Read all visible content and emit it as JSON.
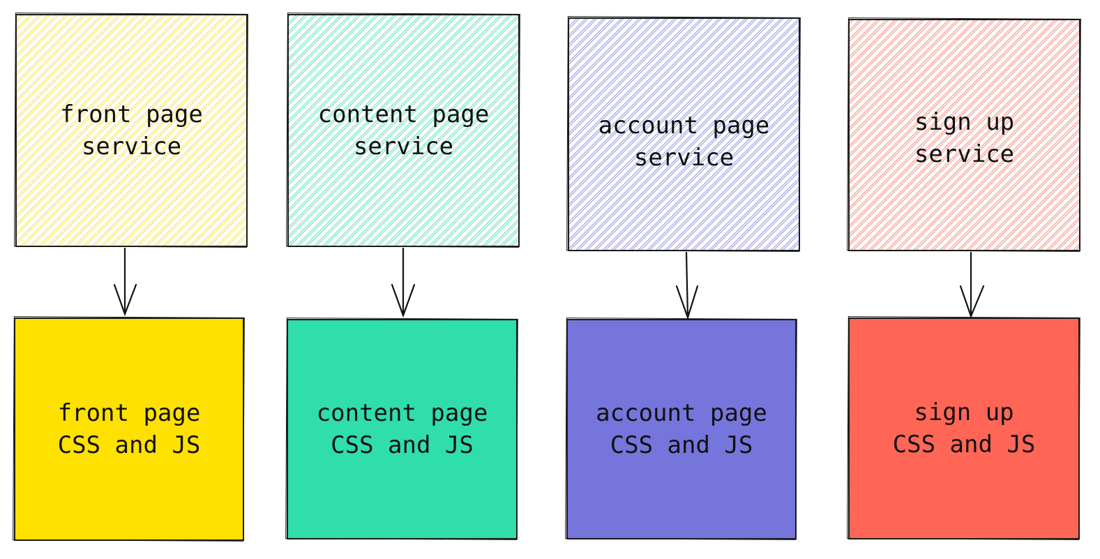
{
  "diagram": {
    "columns": [
      {
        "service": {
          "label": "front page\nservice",
          "hatch_color": "#f5dc1e"
        },
        "assets": {
          "label": "front page\nCSS and JS",
          "fill": "#ffe100"
        }
      },
      {
        "service": {
          "label": "content page\nservice",
          "hatch_color": "#2fd6a6"
        },
        "assets": {
          "label": "content page\nCSS and JS",
          "fill": "#2fdeaa"
        }
      },
      {
        "service": {
          "label": "account page\nservice",
          "hatch_color": "#7474dc"
        },
        "assets": {
          "label": "account page\nCSS and JS",
          "fill": "#7675dc"
        }
      },
      {
        "service": {
          "label": "sign up\nservice",
          "hatch_color": "#f46a5a"
        },
        "assets": {
          "label": "sign up\nCSS and JS",
          "fill": "#ff6655"
        }
      }
    ],
    "connector_icon": "arrow-down-icon"
  }
}
